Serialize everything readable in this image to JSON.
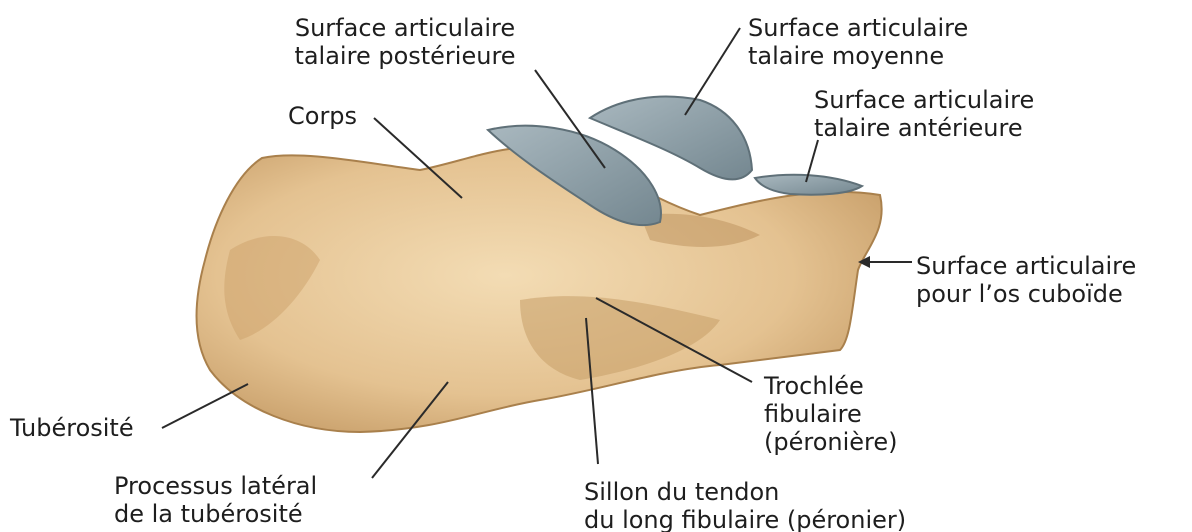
{
  "colors": {
    "bone": "#e8c79a",
    "bone_shadow": "#c29a64",
    "cartilage": "#8d9ea6",
    "leader": "#2a2a2a"
  },
  "labels": {
    "surface_posterieure": [
      "Surface articulaire",
      "talaire postérieure"
    ],
    "surface_moyenne": [
      "Surface articulaire",
      "talaire moyenne"
    ],
    "surface_anterieure": [
      "Surface articulaire",
      "talaire antérieure"
    ],
    "corps": [
      "Corps"
    ],
    "surface_cuboide": [
      "Surface articulaire",
      "pour l’os cuboïde"
    ],
    "trochlee": [
      "Trochlée",
      "fibulaire",
      "(péronière)"
    ],
    "tuberosite": [
      "Tubérosité"
    ],
    "processus": [
      "Processus latéral",
      "de la tubérosité"
    ],
    "sillon": [
      "Sillon du tendon",
      "du long fibulaire (péronier)"
    ]
  }
}
